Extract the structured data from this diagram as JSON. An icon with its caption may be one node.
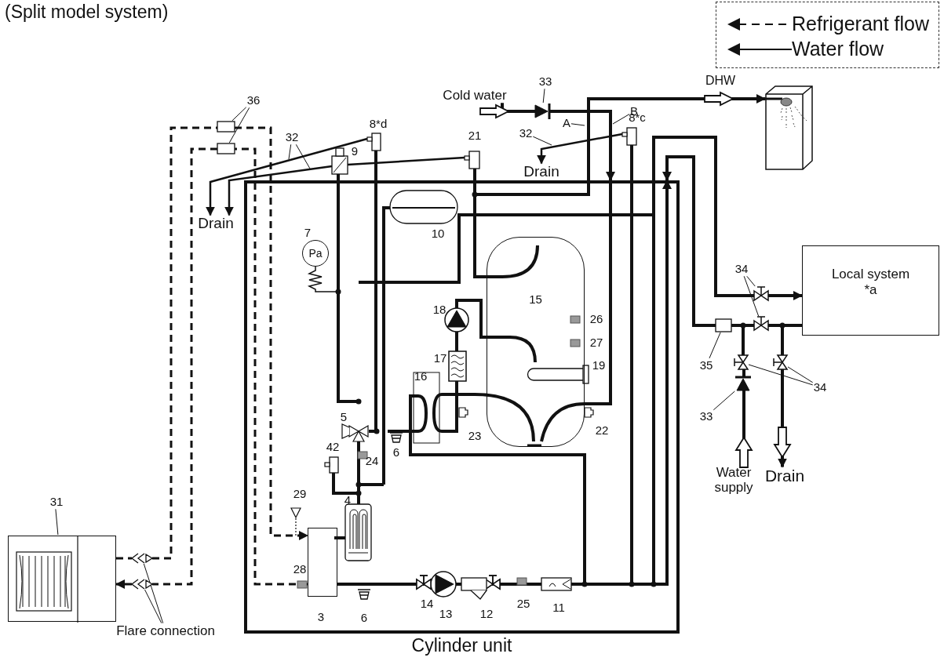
{
  "diagram": {
    "title": "(Split model system)",
    "nodes": [
      {
        "text": [
          "Cylinder unit"
        ]
      },
      {
        "text": [],
        "shape": "picture"
      },
      {
        "text": [],
        "shape": "box",
        "in": 0,
        "beside": [
          "3"
        ]
      },
      {
        "text": [
          "15"
        ],
        "in": 0
      },
      {
        "text": [
          "Pa"
        ],
        "in": 0,
        "beside": [
          "7"
        ]
      },
      {
        "text": [
          "Local system *a"
        ]
      },
      {
        "text": [],
        "shape": "picture"
      },
      {
        "text": [
          "Water supply"
        ]
      },
      {
        "text": [
          "Drain"
        ]
      },
      {
        "text": [
          "Cold water"
        ]
      },
      {
        "text": [
          "Drain"
        ]
      },
      {
        "text": [
          "Drain"
        ]
      },
      {
        "text": [],
        "shape": "valve",
        "beside": [
          "8*d"
        ]
      },
      {
        "text": [],
        "shape": "valve",
        "beside": [
          "21"
        ]
      },
      {
        "text": [],
        "shape": "valve",
        "beside": [
          "9"
        ]
      },
      {
        "text": [],
        "shape": "valve",
        "beside": [
          "8*c"
        ]
      },
      {
        "text": [],
        "shape": "chevron"
      },
      {
        "text": [],
        "shape": "chevron"
      },
      {
        "text": [],
        "shape": "box"
      },
      {
        "text": [],
        "shape": "box"
      },
      {
        "text": [],
        "shape": "valve"
      },
      {
        "text": [],
        "shape": "valve"
      },
      {
        "text": [],
        "shape": "valve"
      },
      {
        "text": [],
        "shape": "box"
      },
      {
        "text": [],
        "shape": "valve"
      },
      {
        "text": [],
        "shape": "valve"
      },
      {
        "text": [],
        "shape": "valve"
      },
      {
        "text": [
          "31"
        ]
      },
      {
        "text": [
          "36"
        ]
      },
      {
        "text": [
          "32"
        ]
      },
      {
        "text": [
          "33"
        ]
      },
      {
        "text": [
          "A"
        ]
      },
      {
        "text": [
          "B"
        ]
      },
      {
        "text": [
          "32"
        ]
      },
      {
        "text": [
          "34"
        ]
      },
      {
        "text": [
          "35"
        ]
      },
      {
        "text": [
          "34"
        ]
      },
      {
        "text": [
          "33"
        ]
      },
      {
        "text": [
          "Flare connection"
        ]
      }
    ],
    "edges": [
      {
        "from": 1,
        "to": 16,
        "arrow": "none",
        "style": "dashed"
      },
      {
        "from": 16,
        "to": 18,
        "arrow": "none",
        "style": "dashed"
      },
      {
        "from": 18,
        "to": 2,
        "arrow": "to",
        "style": "dashed"
      },
      {
        "from": 2,
        "to": 19,
        "arrow": "none",
        "style": "dashed"
      },
      {
        "from": 19,
        "to": 17,
        "arrow": "none",
        "style": "dashed"
      },
      {
        "from": 17,
        "to": 1,
        "arrow": "to",
        "style": "dashed"
      },
      {
        "from": 0,
        "to": 21,
        "arrow": "none"
      },
      {
        "from": 21,
        "to": 5,
        "arrow": "to"
      },
      {
        "from": 5,
        "to": 22,
        "arrow": "none"
      },
      {
        "from": 22,
        "to": 23,
        "arrow": "none"
      },
      {
        "from": 23,
        "to": 0,
        "arrow": "to"
      },
      {
        "from": 0,
        "to": 6,
        "arrow": "to",
        "label": "DHW"
      },
      {
        "from": 7,
        "to": 26,
        "arrow": "none"
      },
      {
        "from": 26,
        "to": 24,
        "arrow": "none"
      },
      {
        "from": 24,
        "to": 23,
        "arrow": "none"
      },
      {
        "from": 5,
        "to": 25,
        "arrow": "none"
      },
      {
        "from": 25,
        "to": 8,
        "arrow": "to"
      },
      {
        "from": 9,
        "to": 20,
        "arrow": "none"
      },
      {
        "from": 20,
        "to": 0,
        "arrow": "to"
      },
      {
        "from": 12,
        "to": 10,
        "arrow": "to"
      },
      {
        "from": 13,
        "to": 14,
        "arrow": "none"
      },
      {
        "from": 14,
        "to": 10,
        "arrow": "to"
      },
      {
        "from": 15,
        "to": 11,
        "arrow": "to"
      },
      {
        "from": 12,
        "to": 0,
        "arrow": "none"
      },
      {
        "from": 13,
        "to": 0,
        "arrow": "none"
      },
      {
        "from": 14,
        "to": 0,
        "arrow": "none"
      },
      {
        "from": 15,
        "to": 0,
        "arrow": "none"
      },
      {
        "from": 2,
        "to": 0,
        "arrow": "to"
      },
      {
        "from": 27,
        "to": 1,
        "arrow": "none"
      },
      {
        "from": 28,
        "to": 18,
        "arrow": "none"
      },
      {
        "from": 28,
        "to": 19,
        "arrow": "none"
      },
      {
        "from": 29,
        "to": null,
        "arrow": "none"
      },
      {
        "from": 29,
        "to": null,
        "arrow": "none"
      },
      {
        "from": 30,
        "to": 20,
        "arrow": "none"
      },
      {
        "from": 31,
        "to": null,
        "arrow": "none"
      },
      {
        "from": 32,
        "to": null,
        "arrow": "none"
      },
      {
        "from": 33,
        "to": null,
        "arrow": "none"
      },
      {
        "from": 34,
        "to": 21,
        "arrow": "none"
      },
      {
        "from": 34,
        "to": 22,
        "arrow": "none"
      },
      {
        "from": 35,
        "to": 23,
        "arrow": "none"
      },
      {
        "from": 36,
        "to": 24,
        "arrow": "none"
      },
      {
        "from": 36,
        "to": 25,
        "arrow": "none"
      },
      {
        "from": 37,
        "to": 26,
        "arrow": "none"
      },
      {
        "from": 38,
        "to": 16,
        "arrow": "none"
      },
      {
        "from": 38,
        "to": 17,
        "arrow": "none"
      }
    ],
    "labels": [
      "10",
      "18",
      "26",
      "27",
      "17",
      "19",
      "16",
      "5",
      "22",
      "23",
      "42",
      "6",
      "24",
      "29",
      "4",
      "28",
      "14",
      "25",
      "11",
      "13",
      "12",
      "6"
    ],
    "legend": [
      {
        "text": "Refrigerant flow"
      },
      {
        "text": "Water flow"
      }
    ]
  }
}
